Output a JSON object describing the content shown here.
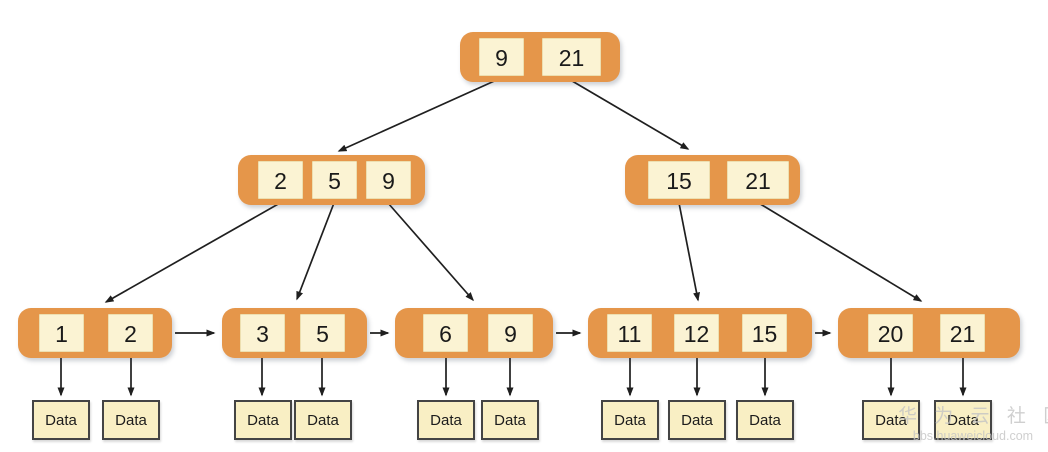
{
  "diagram": {
    "kind": "b-plus-tree",
    "data_label": "Data",
    "nodes": {
      "root": {
        "keys": [
          "9",
          "21"
        ]
      },
      "internal_left": {
        "keys": [
          "2",
          "5",
          "9"
        ]
      },
      "internal_right": {
        "keys": [
          "15",
          "21"
        ]
      },
      "leaf_1": {
        "keys": [
          "1",
          "2"
        ]
      },
      "leaf_2": {
        "keys": [
          "3",
          "5"
        ]
      },
      "leaf_3": {
        "keys": [
          "6",
          "9"
        ]
      },
      "leaf_4": {
        "keys": [
          "11",
          "12",
          "15"
        ]
      },
      "leaf_5": {
        "keys": [
          "20",
          "21"
        ]
      }
    },
    "edges": [
      {
        "from": "root.9",
        "to": "internal_left"
      },
      {
        "from": "root.21",
        "to": "internal_right"
      },
      {
        "from": "internal_left.2",
        "to": "leaf_1"
      },
      {
        "from": "internal_left.5",
        "to": "leaf_2"
      },
      {
        "from": "internal_left.9",
        "to": "leaf_3"
      },
      {
        "from": "internal_right.15",
        "to": "leaf_4"
      },
      {
        "from": "internal_right.21",
        "to": "leaf_5"
      },
      {
        "from": "leaf_1",
        "to": "leaf_2",
        "type": "sibling-link"
      },
      {
        "from": "leaf_2",
        "to": "leaf_3",
        "type": "sibling-link"
      },
      {
        "from": "leaf_3",
        "to": "leaf_4",
        "type": "sibling-link"
      },
      {
        "from": "leaf_4",
        "to": "leaf_5",
        "type": "sibling-link"
      },
      {
        "from": "every-leaf-key",
        "to": "data-box",
        "type": "data-pointer"
      }
    ],
    "colors": {
      "node_fill": "#E5964A",
      "cell_fill": "#FBF3D3",
      "cell_border": "#EDDFB0",
      "data_fill": "#F9EFC4",
      "data_border": "#444444",
      "arrow": "#1F1F1F",
      "key_color": "#1A1A1A",
      "watermark": "#C4C4C4"
    },
    "watermark": {
      "text": "华 为 云 社 区",
      "url": "bbs.huaweicloud.com"
    }
  }
}
